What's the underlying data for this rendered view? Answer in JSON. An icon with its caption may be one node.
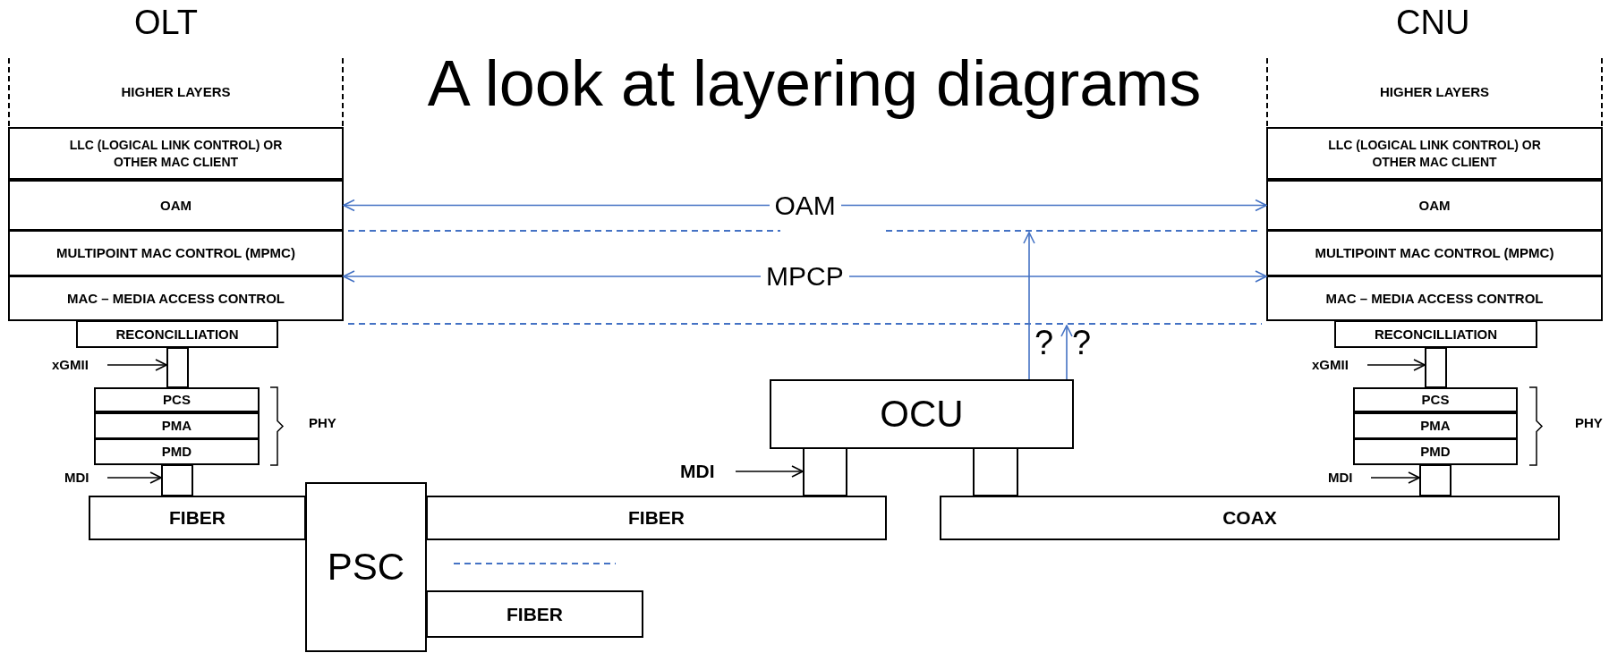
{
  "diagram": {
    "title": "A look at layering diagrams",
    "nodes": [
      {
        "text": [
          "HIGHER LAYERS"
        ]
      },
      {
        "text": [
          "LLC (LOGICAL LINK CONTROL) OR OTHER MAC CLIENT"
        ]
      },
      {
        "text": [
          "OAM"
        ]
      },
      {
        "text": [
          "MULTIPOINT MAC CONTROL (MPMC)"
        ]
      },
      {
        "text": [
          "MAC – MEDIA ACCESS CONTROL"
        ]
      },
      {
        "text": [
          "RECONCILLIATION"
        ]
      },
      {
        "text": [
          "xGMII"
        ]
      },
      {
        "text": [],
        "shape": "box"
      },
      {
        "text": [
          "PCS"
        ]
      },
      {
        "text": [
          "PMA"
        ]
      },
      {
        "text": [
          "PMD"
        ]
      },
      {
        "text": [
          "MDI"
        ]
      },
      {
        "text": [],
        "shape": "box"
      },
      {
        "text": [
          "FIBER"
        ]
      },
      {
        "text": [
          "PSC"
        ]
      },
      {
        "text": [
          "MDI"
        ]
      },
      {
        "text": [],
        "shape": "box"
      },
      {
        "text": [
          "OCU"
        ]
      },
      {
        "text": [],
        "shape": "box"
      },
      {
        "text": [
          "FIBER"
        ]
      },
      {
        "text": [
          "COAX"
        ]
      },
      {
        "text": [
          "FIBER"
        ]
      },
      {
        "text": [
          "HIGHER LAYERS"
        ]
      },
      {
        "text": [
          "LLC (LOGICAL LINK CONTROL) OR OTHER MAC CLIENT"
        ]
      },
      {
        "text": [
          "OAM"
        ]
      },
      {
        "text": [
          "MULTIPOINT MAC CONTROL (MPMC)"
        ]
      },
      {
        "text": [
          "MAC – MEDIA ACCESS CONTROL"
        ]
      },
      {
        "text": [
          "RECONCILLIATION"
        ]
      },
      {
        "text": [
          "xGMII"
        ]
      },
      {
        "text": [],
        "shape": "box"
      },
      {
        "text": [
          "PCS"
        ]
      },
      {
        "text": [
          "PMA"
        ]
      },
      {
        "text": [
          "PMD"
        ]
      },
      {
        "text": [
          "MDI"
        ]
      },
      {
        "text": [],
        "shape": "box"
      }
    ],
    "edges": [
      {
        "from": 6,
        "to": 7,
        "arrow": "to",
        "color": "#000000"
      },
      {
        "from": 11,
        "to": 12,
        "arrow": "to",
        "color": "#000000"
      },
      {
        "from": 15,
        "to": 16,
        "arrow": "to",
        "color": "#000000"
      },
      {
        "from": 2,
        "to": 24,
        "arrow": "both",
        "label": "OAM",
        "color": "#4472c4"
      },
      {
        "from": 3,
        "to": 25,
        "arrow": "both",
        "label": "MPCP",
        "color": "#4472c4"
      },
      {
        "from": 17,
        "to": null,
        "arrow": "to",
        "label": "?",
        "color": "#4472c4"
      },
      {
        "from": 17,
        "to": null,
        "arrow": "to",
        "label": "?",
        "color": "#4472c4"
      },
      {
        "from": 28,
        "to": 29,
        "arrow": "to",
        "color": "#000000"
      },
      {
        "from": 33,
        "to": 34,
        "arrow": "to",
        "color": "#000000"
      }
    ],
    "labels": [
      "OLT",
      "CNU",
      "PHY",
      "PHY"
    ]
  }
}
